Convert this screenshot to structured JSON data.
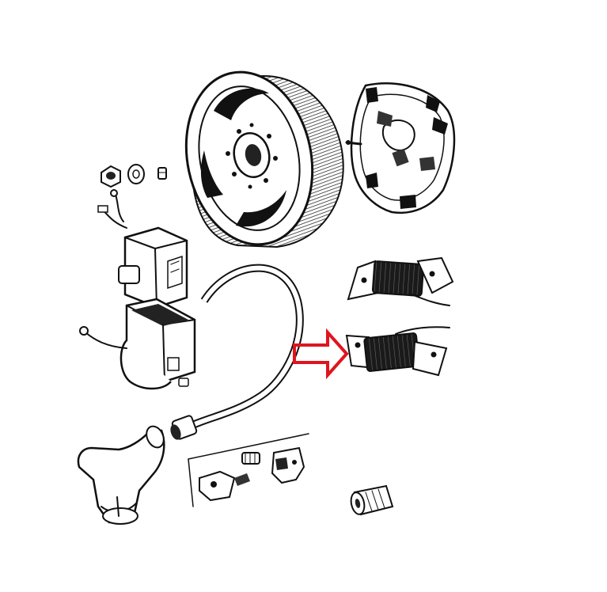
{
  "diagram": {
    "background": "#ffffff",
    "ink_color": "#111111",
    "highlight_color": "#e0141e",
    "parts": [
      {
        "id": "flywheel-rotor",
        "kind": "magneto flywheel"
      },
      {
        "id": "stator-plate",
        "kind": "stator base plate"
      },
      {
        "id": "nut",
        "kind": "nut"
      },
      {
        "id": "washer",
        "kind": "washer"
      },
      {
        "id": "key",
        "kind": "woodruff key"
      },
      {
        "id": "condenser",
        "kind": "condenser"
      },
      {
        "id": "ignition-coil",
        "kind": "HT ignition coil"
      },
      {
        "id": "ht-lead",
        "kind": "high tension lead"
      },
      {
        "id": "spark-plug-cap",
        "kind": "spark plug cap"
      },
      {
        "id": "lighting-coil-upper",
        "kind": "lighting coil"
      },
      {
        "id": "lighting-coil-lower",
        "kind": "ignition coil (stator)",
        "highlighted": true
      },
      {
        "id": "contact-breaker-points",
        "kind": "contact breaker points"
      },
      {
        "id": "spacer-sleeve",
        "kind": "spacer sleeve"
      }
    ],
    "arrow": {
      "direction": "right",
      "points_to": "lighting-coil-lower"
    }
  }
}
